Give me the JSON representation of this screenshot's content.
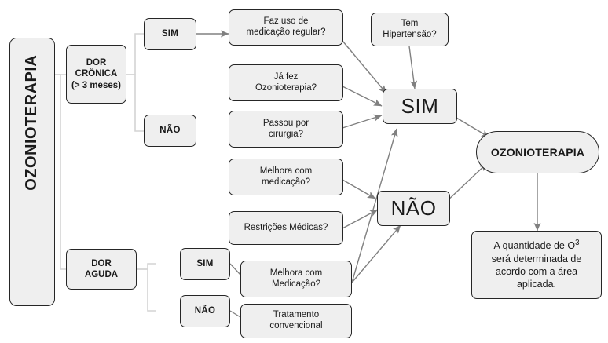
{
  "diagram": {
    "title": "Fluxograma Ozonioterapia",
    "colors": {
      "node_fill": "#efefef",
      "node_border": "#262626",
      "tree_connector": "#d4d4d4",
      "arrow": "#808080",
      "text": "#1a1a1a",
      "background": "#ffffff"
    },
    "nodes": [
      {
        "id": "root",
        "label": "OZONIOTERAPIA",
        "shape": "rounded-rect-vertical"
      },
      {
        "id": "dor-cronica",
        "label": "DOR CRÔNICA (> 3 meses)",
        "line1": "DOR",
        "line2": "CRÔNICA",
        "line3": "(> 3 meses)",
        "shape": "rounded-rect"
      },
      {
        "id": "dor-aguda",
        "label": "DOR AGUDA",
        "line1": "DOR",
        "line2": "AGUDA",
        "shape": "rounded-rect"
      },
      {
        "id": "cronica-sim",
        "label": "SIM",
        "shape": "rounded-rect"
      },
      {
        "id": "cronica-nao",
        "label": "NÃO",
        "shape": "rounded-rect"
      },
      {
        "id": "aguda-sim",
        "label": "SIM",
        "shape": "rounded-rect"
      },
      {
        "id": "aguda-nao",
        "label": "NÃO",
        "shape": "rounded-rect"
      },
      {
        "id": "faz-uso",
        "label": "Faz uso de medicação regular?",
        "line1": "Faz uso de",
        "line2": "medicação regular?",
        "shape": "rounded-rect"
      },
      {
        "id": "ja-fez",
        "label": "Já fez Ozonioterapia?",
        "line1": "Já fez",
        "line2": "Ozonioterapia?",
        "shape": "rounded-rect"
      },
      {
        "id": "passou-cirurgia",
        "label": "Passou por cirurgia?",
        "line1": "Passou por",
        "line2": "cirurgia?",
        "shape": "rounded-rect"
      },
      {
        "id": "melhora-med-1",
        "label": "Melhora com medicação?",
        "line1": "Melhora com",
        "line2": "medicação?",
        "shape": "rounded-rect"
      },
      {
        "id": "restricoes",
        "label": "Restrições Médicas?",
        "shape": "rounded-rect"
      },
      {
        "id": "melhora-med-2",
        "label": "Melhora com Medicação?",
        "line1": "Melhora com",
        "line2": "Medicação?",
        "shape": "rounded-rect"
      },
      {
        "id": "tratamento",
        "label": "Tratamento convencional",
        "line1": "Tratamento",
        "line2": "convencional",
        "shape": "rounded-rect"
      },
      {
        "id": "tem-hipertensao",
        "label": "Tem Hipertensão?",
        "line1": "Tem",
        "line2": "Hipertensão?",
        "shape": "rounded-rect"
      },
      {
        "id": "decision-sim",
        "label": "SIM",
        "shape": "rounded-rect-large"
      },
      {
        "id": "decision-nao",
        "label": "NÃO",
        "shape": "rounded-rect-large"
      },
      {
        "id": "ozonioterapia",
        "label": "OZONIOTERAPIA",
        "shape": "oval"
      },
      {
        "id": "quantidade-nota",
        "label": "A quantidade de O³ será determinada de acordo com a área aplicada.",
        "line1": "A quantidade de O",
        "sup": "3",
        "line2": "será determinada de",
        "line3": "acordo com a área",
        "line4": "aplicada.",
        "shape": "rounded-rect"
      }
    ],
    "edges": [
      {
        "from": "root",
        "to": "dor-cronica",
        "style": "tree"
      },
      {
        "from": "root",
        "to": "dor-aguda",
        "style": "tree"
      },
      {
        "from": "dor-cronica",
        "to": "cronica-sim",
        "style": "tree"
      },
      {
        "from": "dor-cronica",
        "to": "cronica-nao",
        "style": "tree"
      },
      {
        "from": "dor-aguda",
        "to": "aguda-sim",
        "style": "tree"
      },
      {
        "from": "dor-aguda",
        "to": "aguda-nao",
        "style": "tree"
      },
      {
        "from": "cronica-sim",
        "to": "faz-uso",
        "style": "arrow"
      },
      {
        "from": "aguda-sim",
        "to": "melhora-med-2",
        "style": "line"
      },
      {
        "from": "aguda-nao",
        "to": "tratamento",
        "style": "line"
      },
      {
        "from": "faz-uso",
        "to": "decision-sim",
        "style": "arrow"
      },
      {
        "from": "ja-fez",
        "to": "decision-sim",
        "style": "arrow"
      },
      {
        "from": "passou-cirurgia",
        "to": "decision-sim",
        "style": "arrow"
      },
      {
        "from": "tem-hipertensao",
        "to": "decision-sim",
        "style": "arrow"
      },
      {
        "from": "melhora-med-2",
        "to": "decision-sim",
        "style": "arrow"
      },
      {
        "from": "melhora-med-1",
        "to": "decision-nao",
        "style": "arrow"
      },
      {
        "from": "restricoes",
        "to": "decision-nao",
        "style": "arrow"
      },
      {
        "from": "melhora-med-2",
        "to": "decision-nao",
        "style": "arrow"
      },
      {
        "from": "decision-sim",
        "to": "ozonioterapia",
        "style": "arrow"
      },
      {
        "from": "decision-nao",
        "to": "ozonioterapia",
        "style": "arrow"
      },
      {
        "from": "ozonioterapia",
        "to": "quantidade-nota",
        "style": "arrow"
      }
    ]
  }
}
